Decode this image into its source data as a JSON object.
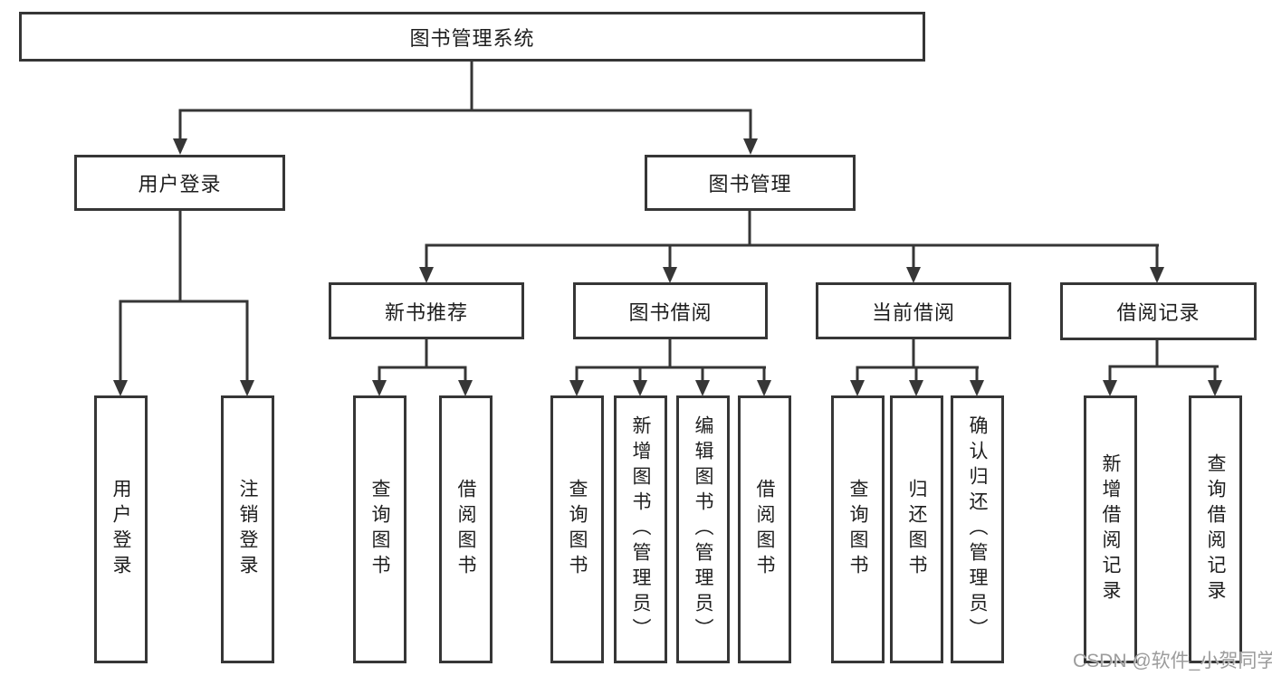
{
  "tree": {
    "root": {
      "label": "图书管理系统",
      "children": [
        {
          "label": "用户登录",
          "children": [
            {
              "label": "用户登录"
            },
            {
              "label": "注销登录"
            }
          ]
        },
        {
          "label": "图书管理",
          "children": [
            {
              "label": "新书推荐",
              "children": [
                {
                  "label": "查询图书"
                },
                {
                  "label": "借阅图书"
                }
              ]
            },
            {
              "label": "图书借阅",
              "children": [
                {
                  "label": "查询图书"
                },
                {
                  "label": "新增图书（管理员）"
                },
                {
                  "label": "编辑图书（管理员）"
                },
                {
                  "label": "借阅图书"
                }
              ]
            },
            {
              "label": "当前借阅",
              "children": [
                {
                  "label": "查询图书"
                },
                {
                  "label": "归还图书"
                },
                {
                  "label": "确认归还（管理员）"
                }
              ]
            },
            {
              "label": "借阅记录",
              "children": [
                {
                  "label": "新增借阅记录"
                },
                {
                  "label": "查询借阅记录"
                }
              ]
            }
          ]
        }
      ]
    }
  },
  "watermark": {
    "text": "CSDN @软件_小贺同学"
  },
  "colors": {
    "line": "#363636",
    "text": "#1e1e1e",
    "watermark": "#9c9c9c",
    "background": "#ffffff"
  }
}
